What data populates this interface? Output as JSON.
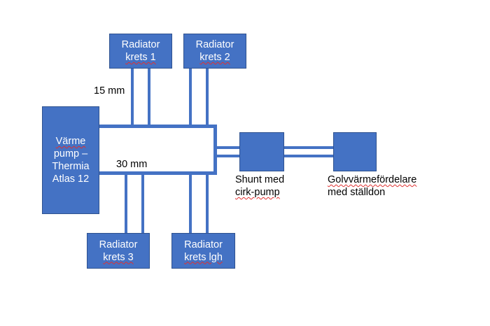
{
  "heat_pump": {
    "lines": [
      "Värme",
      "pump –",
      "Thermia",
      "Atlas 12"
    ]
  },
  "radiators": {
    "r1": {
      "line1": "Radiator",
      "line2": "krets 1"
    },
    "r2": {
      "line1": "Radiator",
      "line2": "krets 2"
    },
    "r3": {
      "line1": "Radiator",
      "line2": "krets 3"
    },
    "r4": {
      "line1": "Radiator",
      "line2": "krets lgh"
    }
  },
  "labels": {
    "pipe_small": "15 mm",
    "pipe_large": "30 mm",
    "shunt": [
      "Shunt med",
      "cirk-pump"
    ],
    "floor": [
      "Golvvärmefördelare",
      "med ställdon"
    ]
  },
  "colors": {
    "box_fill": "#4472c4",
    "box_border": "#2f528f",
    "pipe": "#4472c4",
    "text_dark": "#000000",
    "text_light": "#ffffff",
    "spellcheck_underline": "#e03030"
  }
}
